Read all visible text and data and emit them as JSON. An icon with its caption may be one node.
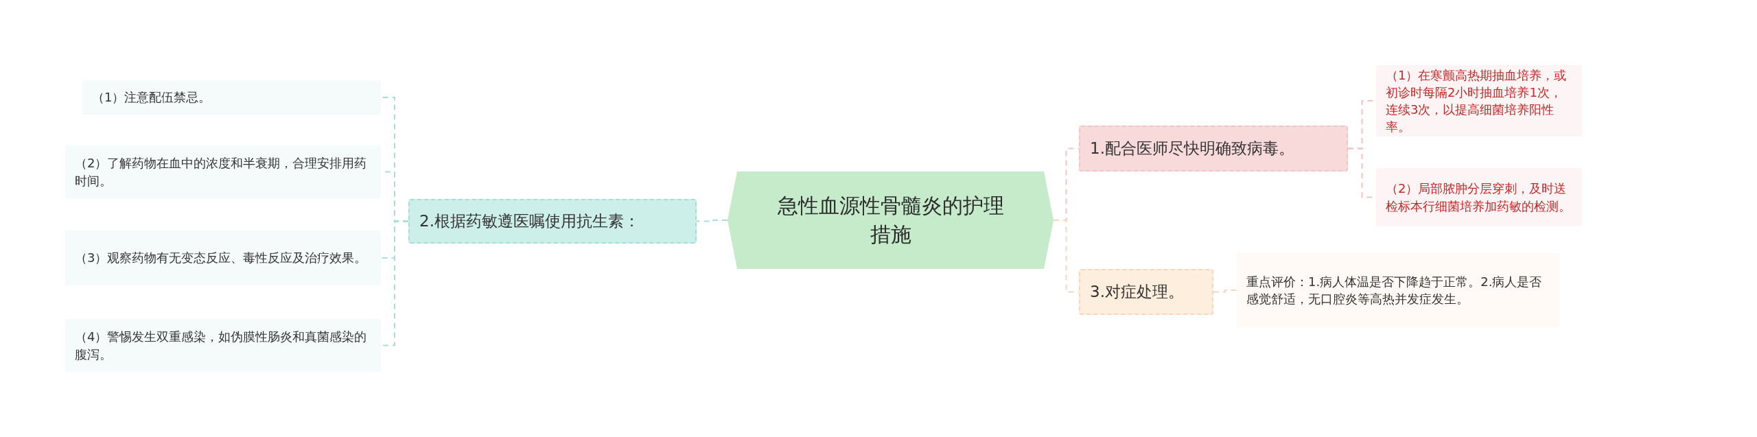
{
  "diagram": {
    "nodes": [
      {
        "text": [
          "急性血源性骨髓炎的护理措施"
        ]
      },
      {
        "text": [
          "1.配合医师尽快明确致病毒。"
        ]
      },
      {
        "text": [
          "（1）在寒颤高热期抽血培养，或初诊时每隔2小时抽血培养1次，连续3次，以提高细菌培养阳性率。"
        ]
      },
      {
        "text": [
          "（2）局部脓肿分层穿刺，及时送检标本行细菌培养加药敏的检测。"
        ]
      },
      {
        "text": [
          "2.根据药敏遵医嘱使用抗生素："
        ]
      },
      {
        "text": [
          "（1）注意配伍禁忌。"
        ]
      },
      {
        "text": [
          "（2）了解药物在血中的浓度和半衰期，合理安排用药时间。"
        ]
      },
      {
        "text": [
          "（3）观察药物有无变态反应、毒性反应及治疗效果。"
        ]
      },
      {
        "text": [
          "（4）警惕发生双重感染，如伪膜性肠炎和真菌感染的腹泻。"
        ]
      },
      {
        "text": [
          "3.对症处理。"
        ]
      },
      {
        "text": [
          "重点评价：1.病人体温是否下降趋于正常。2.病人是否感觉舒适，无口腔炎等高热并发症发生。"
        ]
      }
    ],
    "edges": [
      {
        "from": 0,
        "to": 1,
        "arrow": "none",
        "style": "dashed",
        "color": "#f2c4c4"
      },
      {
        "from": 1,
        "to": 2,
        "arrow": "none",
        "style": "dashed",
        "color": "#f2c4c4"
      },
      {
        "from": 1,
        "to": 3,
        "arrow": "none",
        "style": "dashed",
        "color": "#f2c4c4"
      },
      {
        "from": 0,
        "to": 4,
        "arrow": "none",
        "style": "dashed"
      },
      {
        "from": 4,
        "to": 5,
        "arrow": "none",
        "style": "dashed"
      },
      {
        "from": 4,
        "to": 6,
        "arrow": "none",
        "style": "dashed"
      },
      {
        "from": 4,
        "to": 7,
        "arrow": "none",
        "style": "dashed"
      },
      {
        "from": 4,
        "to": 8,
        "arrow": "none",
        "style": "dashed"
      },
      {
        "from": 0,
        "to": 9,
        "arrow": "none",
        "style": "dashed",
        "color": "#f8d6bd"
      },
      {
        "from": 9,
        "to": 10,
        "arrow": "none",
        "style": "dashed",
        "color": "#f8d6bd"
      }
    ]
  }
}
